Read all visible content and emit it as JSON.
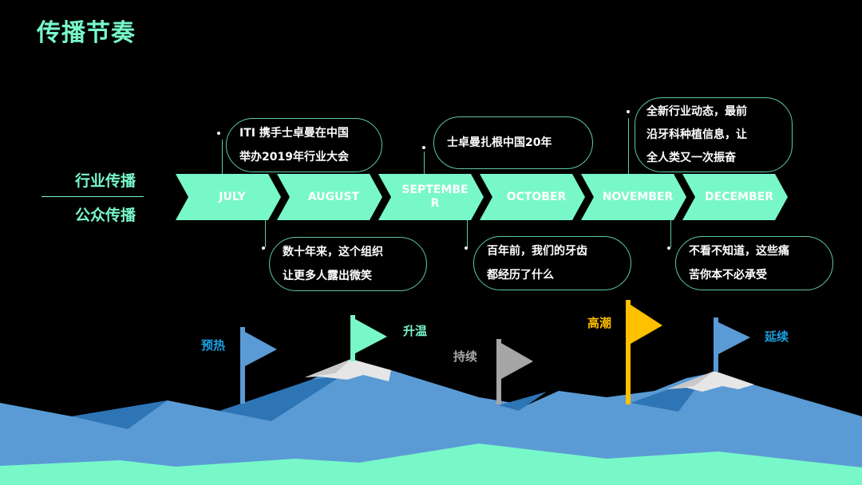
{
  "title": "传播节奏",
  "side_labels": {
    "top": "行业传播",
    "bottom": "公众传播"
  },
  "colors": {
    "accent": "#78f8c9",
    "blue": "#5b9bd5",
    "dark_blue": "#2e75b6",
    "gold": "#ffc000",
    "gray": "#a6a6a6"
  },
  "months": [
    "JULY",
    "AUGUST",
    "SEPTEMBER",
    "OCTOBER",
    "NOVEMBER",
    "DECEMBER"
  ],
  "industry_events": [
    {
      "month": "JULY",
      "lines": [
        "ITI 携手士卓曼在中国",
        "举办2019年行业大会"
      ]
    },
    {
      "month": "SEPTEMBER",
      "lines": [
        "士卓曼扎根中国20年"
      ]
    },
    {
      "month": "NOVEMBER",
      "lines": [
        "全新行业动态，最前",
        "沿牙科种植信息，让",
        "全人类又一次振奋"
      ]
    }
  ],
  "public_events": [
    {
      "month": "AUGUST",
      "lines": [
        "数十年来，这个组织",
        "让更多人露出微笑"
      ]
    },
    {
      "month": "OCTOBER",
      "lines": [
        "百年前，我们的牙齿",
        "都经历了什么"
      ]
    },
    {
      "month": "DECEMBER",
      "lines": [
        "不看不知道，这些痛",
        "苦你本不必承受"
      ]
    }
  ],
  "phases": [
    {
      "label": "预热",
      "color": "#1aa0e0"
    },
    {
      "label": "升温",
      "color": "#78f8c9"
    },
    {
      "label": "持续",
      "color": "#a6a6a6"
    },
    {
      "label": "高潮",
      "color": "#ffc000"
    },
    {
      "label": "延续",
      "color": "#1aa0e0"
    }
  ]
}
